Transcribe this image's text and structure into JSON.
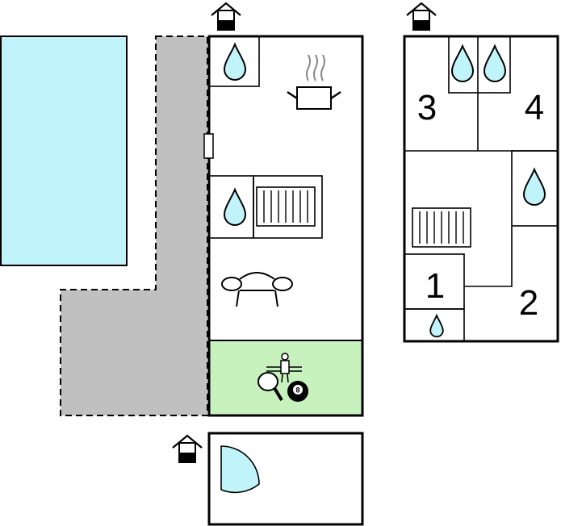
{
  "colors": {
    "pool": "#c0f4fa",
    "terrace": "#c0c0c0",
    "game_room": "#c8f2bd",
    "water": "#c0f4fa",
    "wall": "#000000",
    "background": "#ffffff"
  },
  "rooms": {
    "bedroom_3": "3",
    "bedroom_4": "4",
    "bedroom_1": "1",
    "bedroom_2": "2"
  },
  "icons": [
    "house-entrance-icon",
    "water-drop-icon",
    "cooking-pot-icon",
    "radiator-icon",
    "sofa-icon",
    "table-football-icon",
    "ping-pong-icon",
    "billiard-ball-icon",
    "shower-corner-icon"
  ]
}
